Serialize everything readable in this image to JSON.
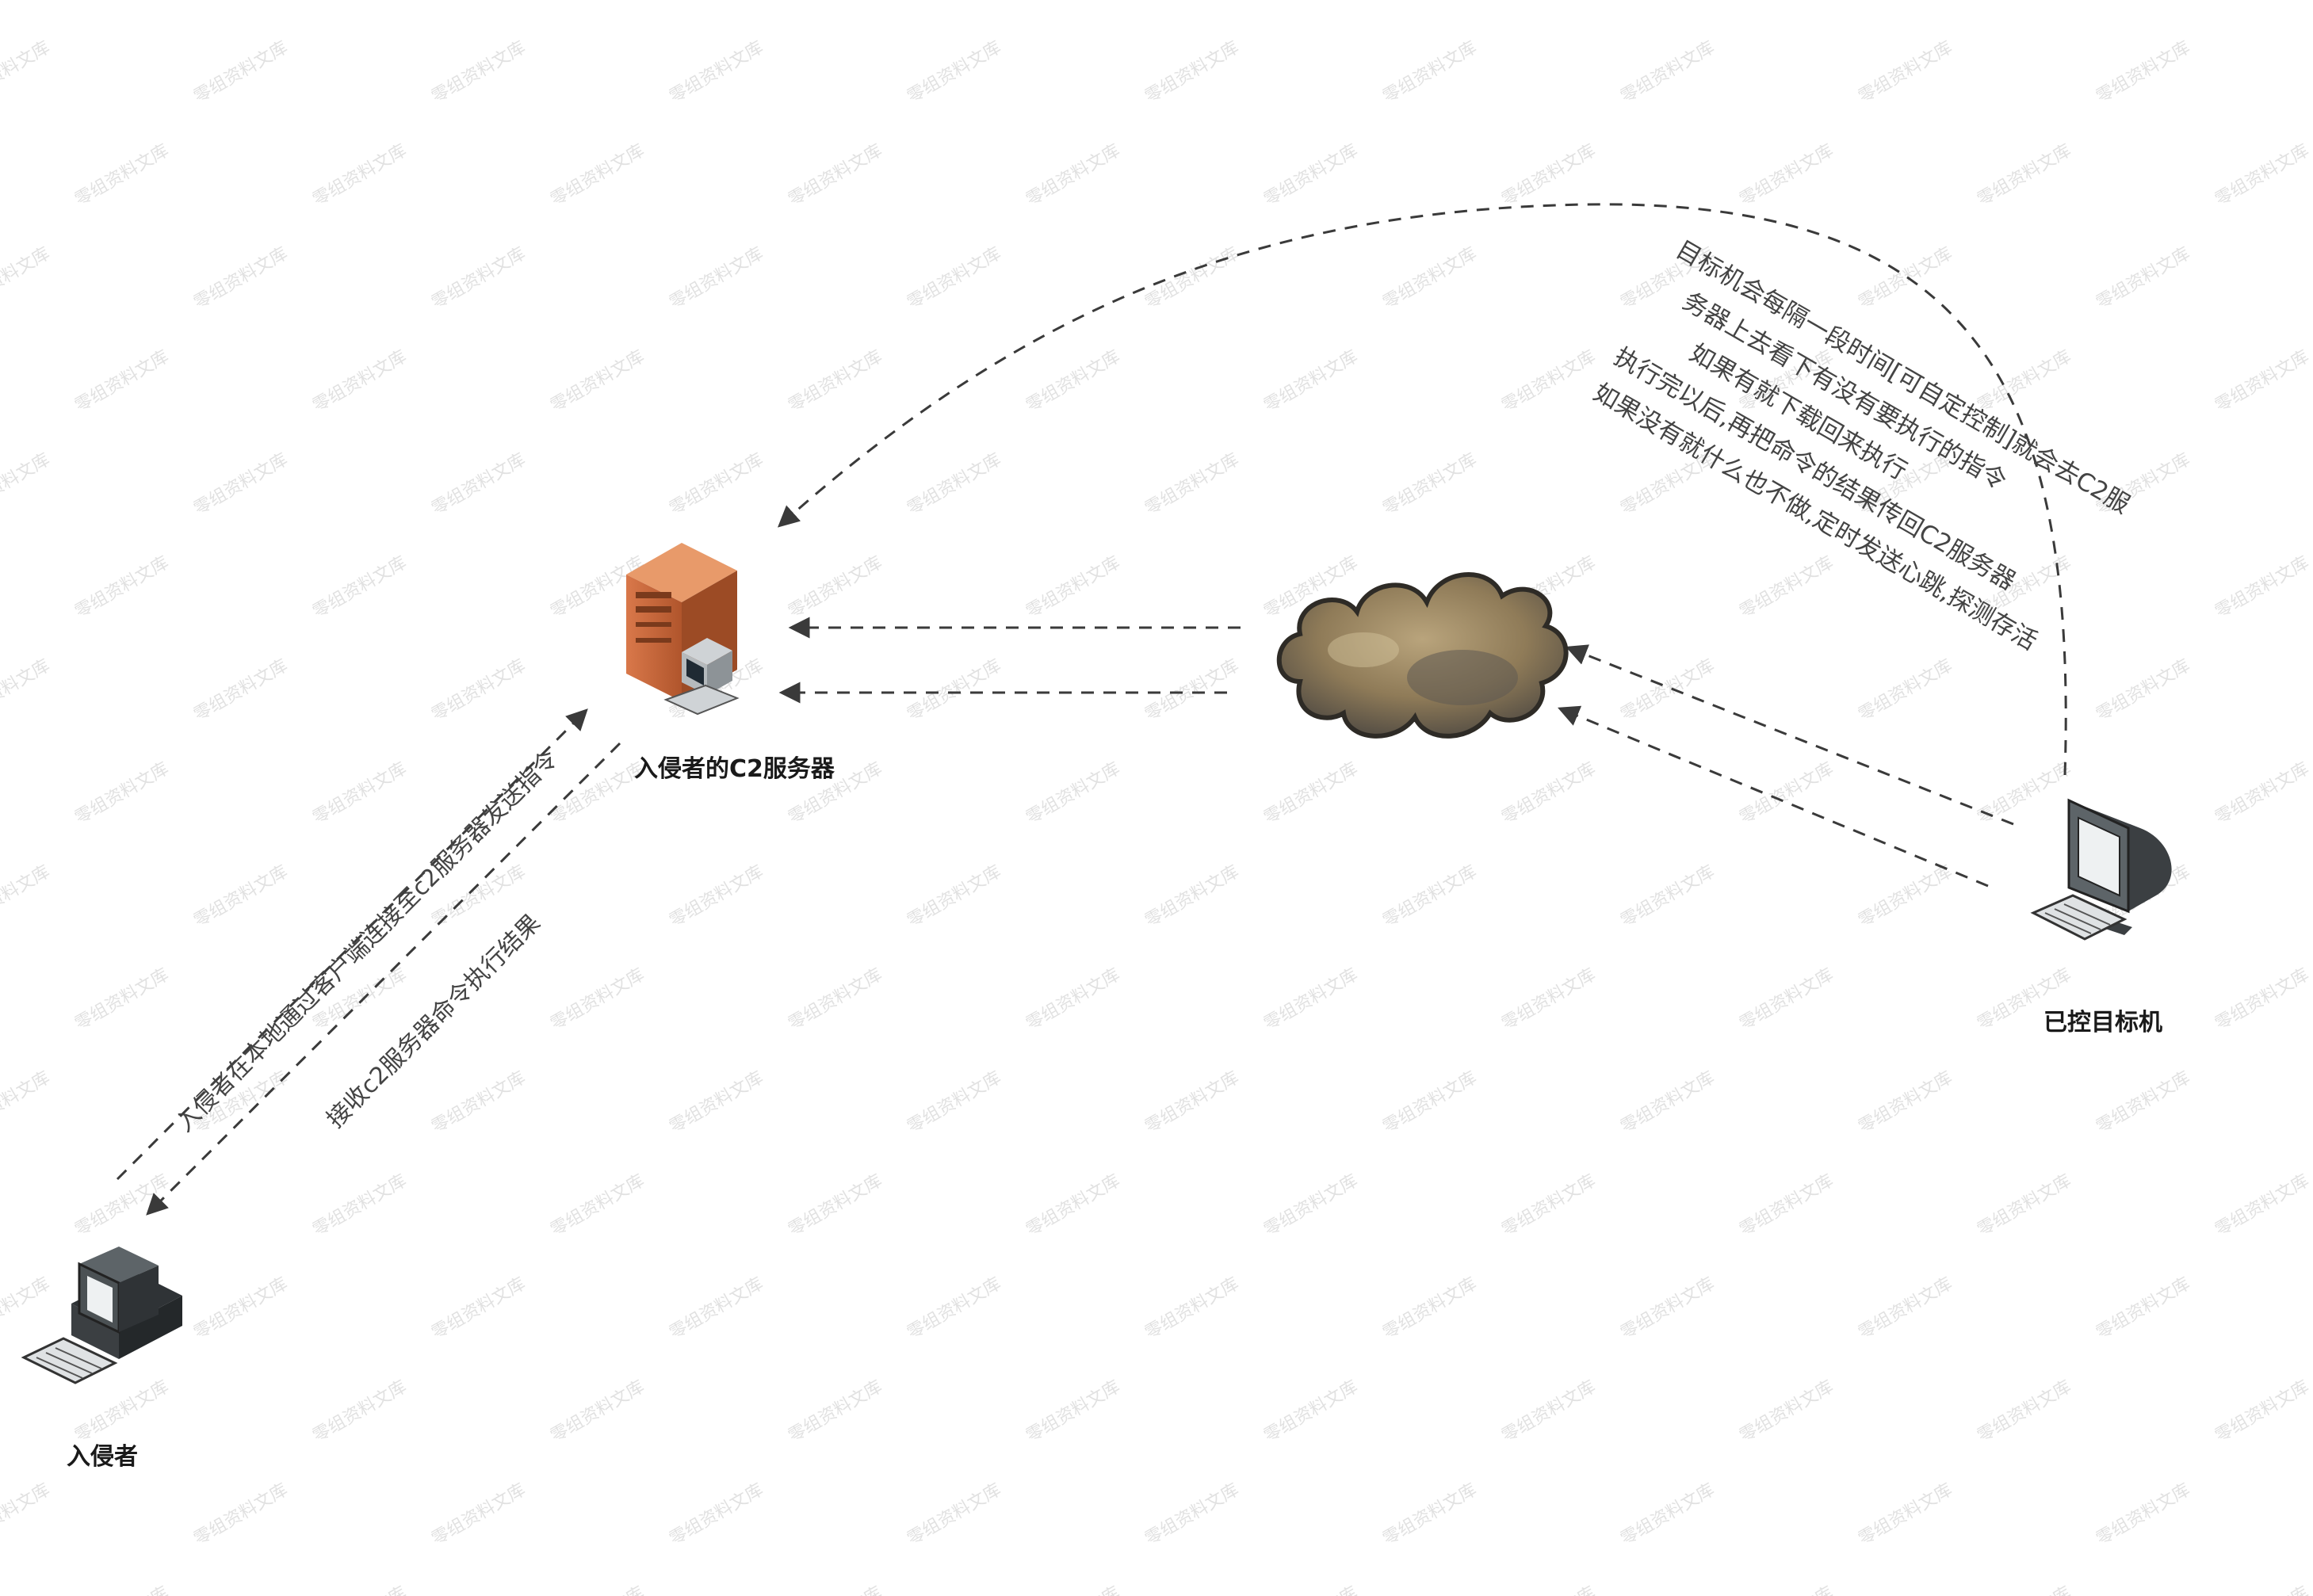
{
  "watermark": "零组资料文库",
  "nodes": {
    "attacker": {
      "label": "入侵者",
      "icon": "desktop-computer-icon"
    },
    "c2_server": {
      "label": "入侵者的C2服务器",
      "icon": "server-tower-icon"
    },
    "cloud": {
      "icon": "internet-cloud-icon"
    },
    "target": {
      "label": "已控目标机",
      "icon": "crt-monitor-icon"
    }
  },
  "edge_labels": {
    "attacker_to_c2": "入侵者在本地通过客户端连接至c2服务器发送指令",
    "c2_to_attacker": "接收c2服务器命令执行结果"
  },
  "notes": [
    "目标机会每隔一段时间[可自定控制]就会去C2服",
    "务器上去看下有没有要执行的指令",
    "如果有就下载回来执行",
    "执行完以后,再把命令的结果传回C2服务器",
    "如果没有就什么也不做,定时发送心跳,探测存活"
  ],
  "colors": {
    "dash_line": "#3a3a3a",
    "server_orange": "#c8663a",
    "cloud_brown": "#8c7a5c",
    "monitor_dark": "#3b3f42"
  }
}
